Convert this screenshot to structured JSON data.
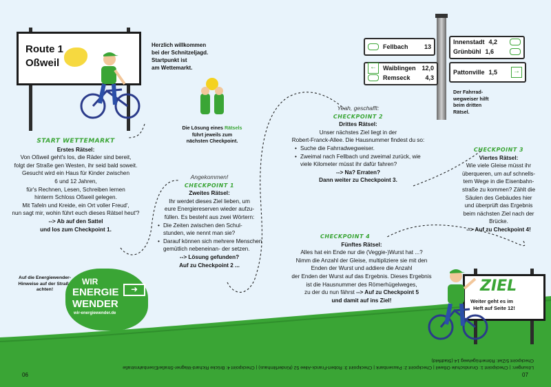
{
  "route_sign": {
    "line1": "Route 1",
    "line2": "Oßweil"
  },
  "welcome": {
    "lines": [
      "Herzlich willkommen",
      "bei der Schnitzeljagd.",
      "Startpunkt ist",
      "am Wettemarkt."
    ]
  },
  "solution_note": {
    "line1_a": "Die Lösung eines ",
    "line1_b": "Rätsels",
    "line2": "führt jeweils zum",
    "line3": "nächsten Checkpoint."
  },
  "start": {
    "label": "Start Wettemarkt",
    "title": "Erstes Rätsel:",
    "lines": [
      "Von Oßweil geht's los, die Räder sind bereit,",
      "folgt der Straße gen Westen, ihr seid bald soweit.",
      "Gesucht wird ein Haus für Kinder zwischen",
      "6 und 12 Jahren,",
      "für's Rechnen, Lesen, Schreiben lernen",
      "hinterm Schloss Oßweil gelegen.",
      "Mit Tafeln und Kreide, ein Ort voller Freud',",
      "nun sagt mir, wohin führt euch dieses Rätsel heut'?"
    ],
    "cta1": "--> Ab auf den Sattel",
    "cta2": "und los zum Checkpoint 1."
  },
  "cp1": {
    "hand": "Angekommen!",
    "label": "Checkpoint 1",
    "title": "Zweites Rätsel:",
    "intro": [
      "Ihr werdet dieses Ziel lieben, um",
      "eure Energiereserven wieder aufzu-",
      "füllen. Es besteht aus zwei Wörtern:"
    ],
    "bullets": [
      "Die Zeiten zwischen den Schul- stunden, wie nennt man sie?",
      "Darauf können sich mehrere Menschen gemütlich nebeneinan- der setzen."
    ],
    "cta1": "--> Lösung gefunden?",
    "cta2": "Auf zu Checkpoint 2 ..."
  },
  "cp2": {
    "hand": "Yeah, geschafft:",
    "label": "Checkpoint 2",
    "title": "Drittes Rätsel:",
    "intro": [
      "Unser nächstes Ziel liegt in der",
      "Robert-Franck-Allee. Die Hausnummer findest du so:"
    ],
    "bullets": [
      "Suche die Fahrradwegweiser.",
      "Zweimal nach Fellbach und zweimal zurück, wie viele Kilometer müsst ihr dafür fahren?"
    ],
    "cta1": "--> Na? Erraten?",
    "cta2": "Dann weiter zu Checkpoint 3."
  },
  "cp3": {
    "label": "Checkpoint 3",
    "title": "Viertes Rätsel:",
    "lines": [
      "Wie viele Gleise müsst ihr",
      "überqueren, um auf schnells-",
      "tem Wege in die Eisenbahn-",
      "straße zu kommen? Zählt die",
      "Säulen des Gebäudes hier",
      "und überprüft das Ergebnis",
      "beim nächsten Ziel nach der",
      "Brücke."
    ],
    "cta": "--> Auf zu Checkpoint 4!"
  },
  "cp4": {
    "label": "Checkpoint 4",
    "title": "Fünftes Rätsel:",
    "lines": [
      "Alles hat ein Ende nur die (Veggie-)Wurst hat ...?",
      "Nimm die Anzahl der Gleise, multipliziere sie mit den",
      "Enden der Wurst und addiere die Anzahl",
      "der Enden der Wurst auf das Ergebnis. Dieses Ergebnis",
      "ist die Hausnummer des Römerhügelweges,"
    ],
    "line6_a": "zu der du nun fährst ",
    "line6_b": "--> Auf zu Checkpoint 5",
    "cta": "und damit auf ins Ziel!"
  },
  "signpost": {
    "left": [
      {
        "place": "Fellbach",
        "km": "13"
      },
      {
        "place": "Waiblingen",
        "km": "12,0"
      },
      {
        "place": "Remseck",
        "km": "4,3"
      }
    ],
    "right": [
      {
        "place": "Innenstadt",
        "km": "4,2"
      },
      {
        "place": "Grünbühl",
        "km": "1,6"
      },
      {
        "place": "Pattonville",
        "km": "1,5"
      }
    ],
    "caption": [
      "Der Fahrrad-",
      "wegweiser hilft",
      "beim dritten",
      "Rätsel."
    ]
  },
  "goal_sign": {
    "title": "ZIEL",
    "line1": "Weiter geht es im",
    "line2": "Heft auf Seite 12!"
  },
  "energy_note": [
    "Auf die Energiewender-",
    "Hinweise auf der Straße",
    "achten!"
  ],
  "logo": {
    "line1": "WIR",
    "line2": "ENERGIE",
    "line3": "WENDER",
    "url": "wir-energiewender.de"
  },
  "footer": {
    "solutions_line1": "Lösungen:  |  Checkpoint 1: Grundschule Oßweil  |  Checkpoint 2: Pausenbank  |  Checkpoint 3: Robert-Franck-Allee 52 (Kinderfilmhaus)  |  Checkpoint 4: Brücke Richard-Wagner-Straße/Eisenbahnstraße",
    "solutions_line2": "Checkpoint 5/Ziel: Römerhügelweg 14 (Stadtfeld)",
    "page_left": "06",
    "page_right": "07"
  },
  "colors": {
    "green": "#3aa535",
    "sky": "#e8f3fb",
    "yellow": "#f4d21f"
  }
}
